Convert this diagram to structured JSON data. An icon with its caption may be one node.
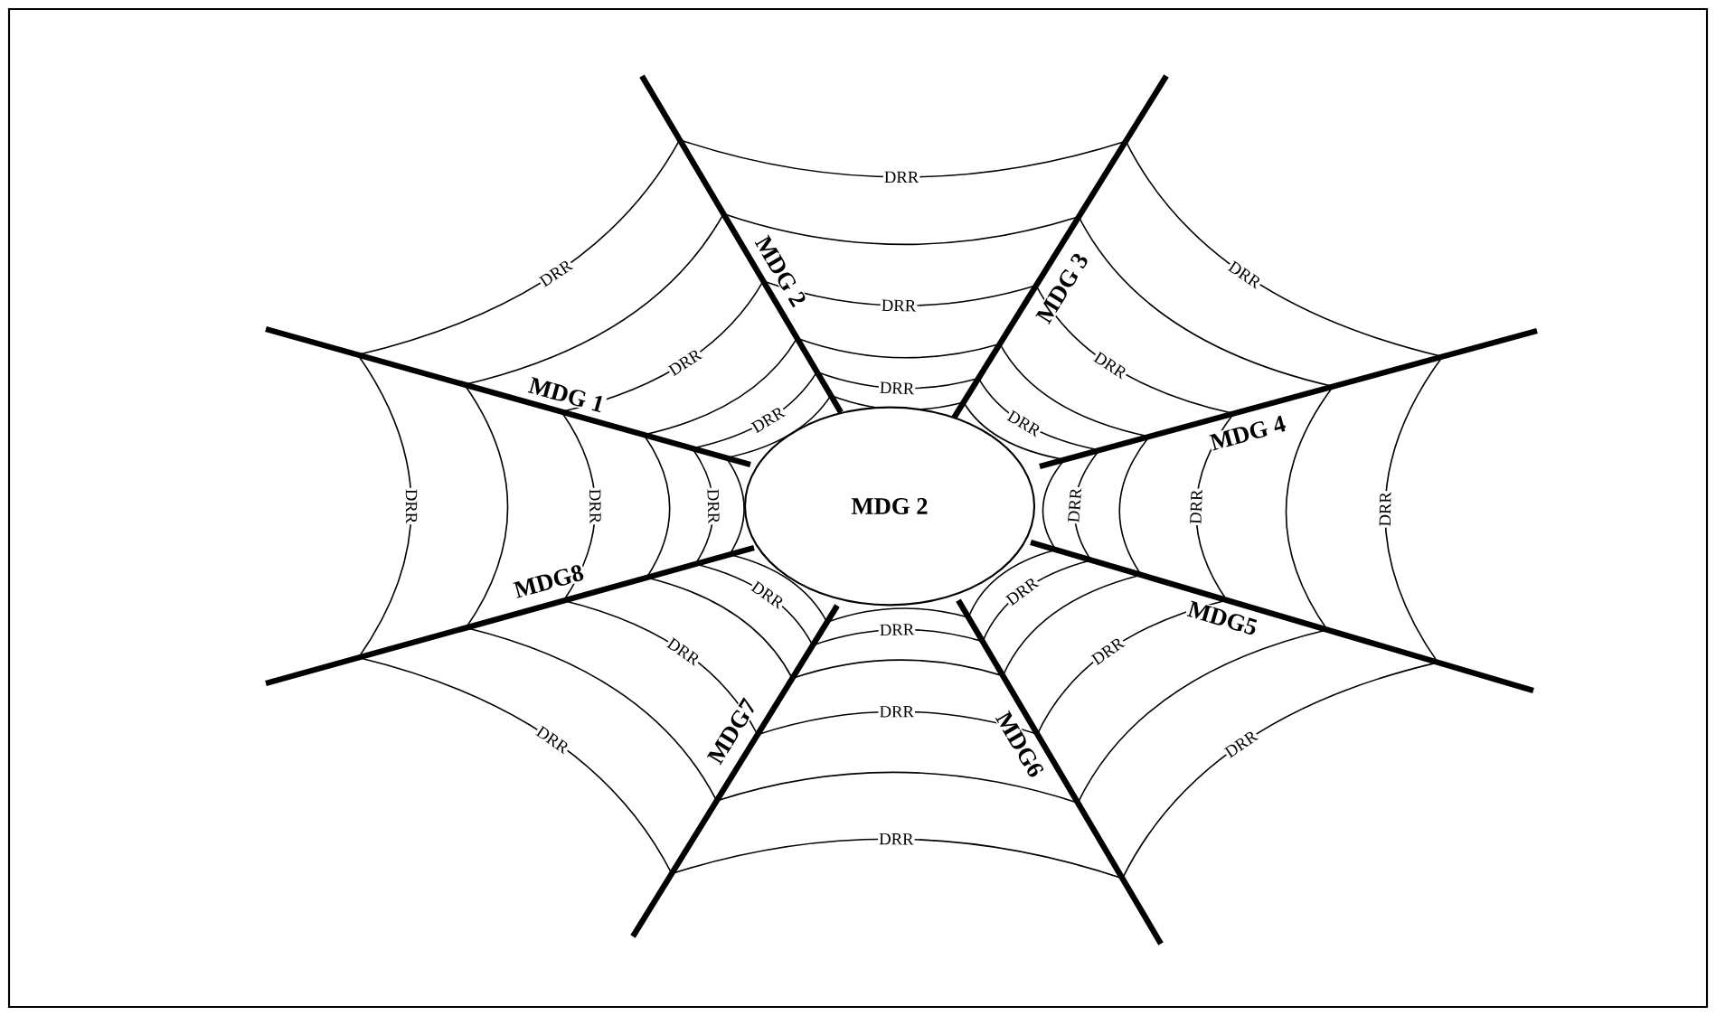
{
  "diagram": {
    "nodes": [
      {
        "text": [
          "MDG 2"
        ]
      }
    ],
    "labels": [
      "MDG 1",
      "MDG 2",
      "MDG 3",
      "MDG 4",
      "MDG5",
      "MDG6",
      "MDG7",
      "MDG8",
      "DRR",
      "DRR",
      "DRR",
      "DRR",
      "DRR",
      "DRR",
      "DRR",
      "DRR",
      "DRR",
      "DRR",
      "DRR",
      "DRR",
      "DRR",
      "DRR",
      "DRR",
      "DRR",
      "DRR",
      "DRR",
      "DRR",
      "DRR",
      "DRR",
      "DRR",
      "DRR",
      "DRR"
    ]
  }
}
